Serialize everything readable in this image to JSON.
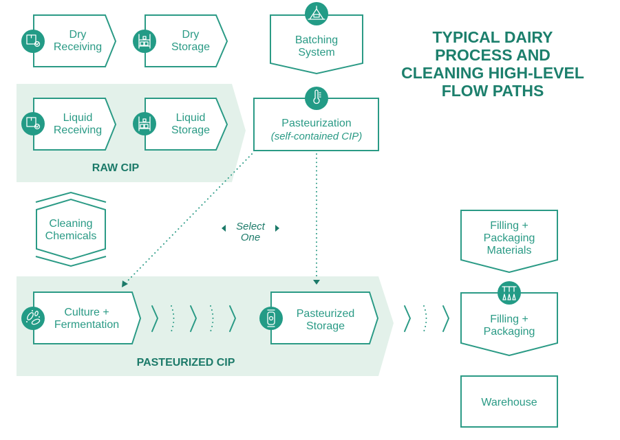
{
  "title": {
    "lines": [
      "TYPICAL DAIRY",
      "PROCESS AND",
      "CLEANING HIGH-LEVEL",
      "FLOW PATHS"
    ]
  },
  "colors": {
    "primary": "#2a9a85",
    "dark": "#1c7a69",
    "zone_fill": "#e3f1ea",
    "icon_fill": "#239b86"
  },
  "nodes": {
    "dry_receiving": {
      "lines": [
        "Dry",
        "Receiving"
      ],
      "icon": "box-check-icon"
    },
    "dry_storage": {
      "lines": [
        "Dry",
        "Storage"
      ],
      "icon": "shelving-icon"
    },
    "batching_system": {
      "lines": [
        "Batching",
        "System"
      ],
      "icon": "batch-tank-icon"
    },
    "liquid_receiving": {
      "lines": [
        "Liquid",
        "Receiving"
      ],
      "icon": "box-check-icon"
    },
    "liquid_storage": {
      "lines": [
        "Liquid",
        "Storage"
      ],
      "icon": "shelving-icon"
    },
    "pasteurization": {
      "lines": [
        "Pasteurization"
      ],
      "sub": "(self-contained CIP)",
      "icon": "thermometer-icon"
    },
    "cleaning_chemicals": {
      "lines": [
        "Cleaning",
        "Chemicals"
      ]
    },
    "culture_fermentation": {
      "lines": [
        "Culture +",
        "Fermentation"
      ],
      "icon": "bacteria-icon"
    },
    "pasteurized_storage": {
      "lines": [
        "Pasteurized",
        "Storage"
      ],
      "icon": "storage-tank-icon"
    },
    "filling_materials": {
      "lines": [
        "Filling +",
        "Packaging",
        "Materials"
      ]
    },
    "filling_packaging": {
      "lines": [
        "Filling +",
        "Packaging"
      ],
      "icon": "filling-nozzles-icon"
    },
    "warehouse": {
      "lines": [
        "Warehouse"
      ]
    }
  },
  "zones": {
    "raw_cip": {
      "label": "RAW CIP"
    },
    "pasteurized_cip": {
      "label": "PASTEURIZED CIP"
    }
  },
  "selector": {
    "lines": [
      "Select",
      "One"
    ]
  }
}
